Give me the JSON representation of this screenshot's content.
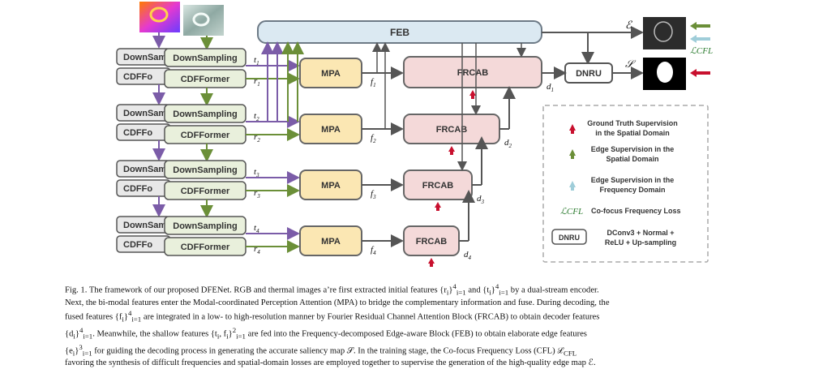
{
  "feb": {
    "label": "FEB"
  },
  "dnru": {
    "label": "DNRU"
  },
  "outputs": {
    "edge_symbol": "ℰ",
    "saliency_symbol": "𝒮",
    "cfl_symbol": "ℒCFL"
  },
  "stages": [
    {
      "down_back": "DownSam",
      "cdff_back": "CDFFo",
      "down_front": "DownSampling",
      "cdff_front": "CDFFormer",
      "t": "t1",
      "r": "r1",
      "mpa": "MPA",
      "f": "f1",
      "frcab": "FRCAB",
      "d": "d1"
    },
    {
      "down_back": "DownSam",
      "cdff_back": "CDFFo",
      "down_front": "DownSampling",
      "cdff_front": "CDFFormer",
      "t": "t2",
      "r": "r2",
      "mpa": "MPA",
      "f": "f2",
      "frcab": "FRCAB",
      "d": "d2"
    },
    {
      "down_back": "DownSam",
      "cdff_back": "CDFFo",
      "down_front": "DownSampling",
      "cdff_front": "CDFFormer",
      "t": "t3",
      "r": "r3",
      "mpa": "MPA",
      "f": "f3",
      "frcab": "FRCAB",
      "d": "d3"
    },
    {
      "down_back": "DownSam",
      "cdff_back": "CDFFo",
      "down_front": "DownSampling",
      "cdff_front": "CDFFormer",
      "t": "t4",
      "r": "r4",
      "mpa": "MPA",
      "f": "f4",
      "frcab": "FRCAB",
      "d": "d4"
    }
  ],
  "legend": {
    "gt_supervision": [
      "Ground Truth Supervision",
      "in the Spatial Domain"
    ],
    "edge_spatial": [
      "Edge Supervision in the",
      "Spatial Domain"
    ],
    "edge_frequency": [
      "Edge Supervision in the",
      "Frequency Domain"
    ],
    "cfl_label": "Co-focus Frequency Loss",
    "dnru_box": "DNRU",
    "dnru_desc": [
      "DConv3 + Normal +",
      "ReLU + Up-sampling"
    ]
  },
  "colors": {
    "mpa_fill": "#fbe7b3",
    "frcab_fill": "#f4d9d9",
    "feb_fill": "#dbe9f2",
    "encoder_fill": "#e9f0dc",
    "purple_arrow": "#7b5ca8",
    "green_arrow": "#6b8f38",
    "red_arrow": "#c8102e",
    "light_blue_arrow": "#9fcdd9"
  },
  "caption": [
    "Fig. 1.  The framework of our proposed DFENet. RGB and thermal images a’re first extracted initial features {r",
    "Next, the bi-modal features enter the Modal-coordinated Perception Attention (MPA) to bridge the complementary information and fuse. During decoding, the",
    "fused features {f",
    "{d",
    "{e",
    "favoring the synthesis of difficult frequencies and spatial-domain losses are employed together to supervise the generation of the high-quality edge map ℰ."
  ]
}
